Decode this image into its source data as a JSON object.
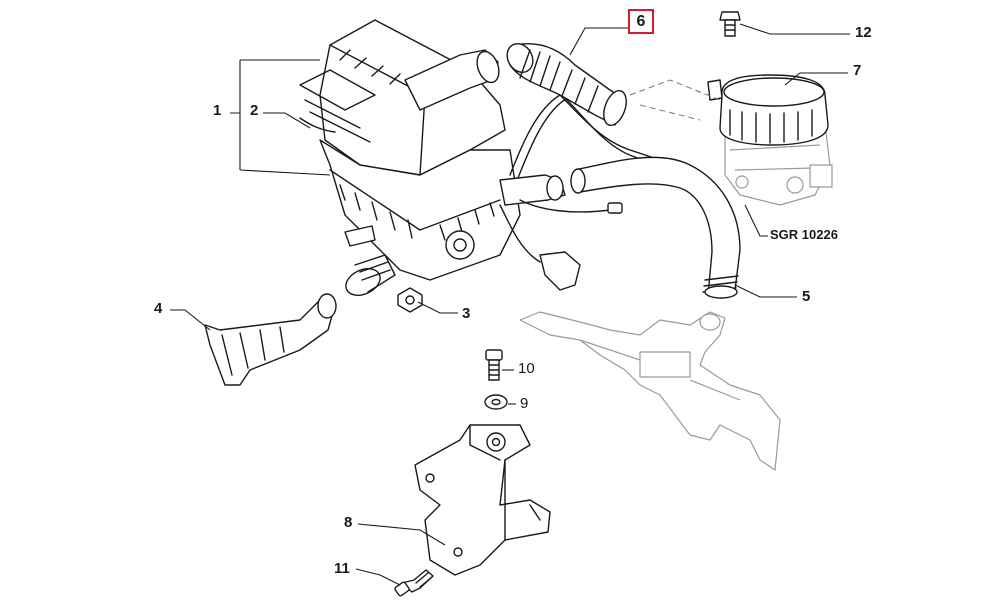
{
  "callouts": {
    "c1": "1",
    "c2": "2",
    "c3": "3",
    "c4": "4",
    "c5": "5",
    "c6": "6",
    "c7": "7",
    "c8": "8",
    "c9": "9",
    "c10": "10",
    "c11": "11",
    "c12": "12"
  },
  "highlighted_callout": "6",
  "highlight_color": "#d11f2a",
  "reference_code": "SGR 10226"
}
